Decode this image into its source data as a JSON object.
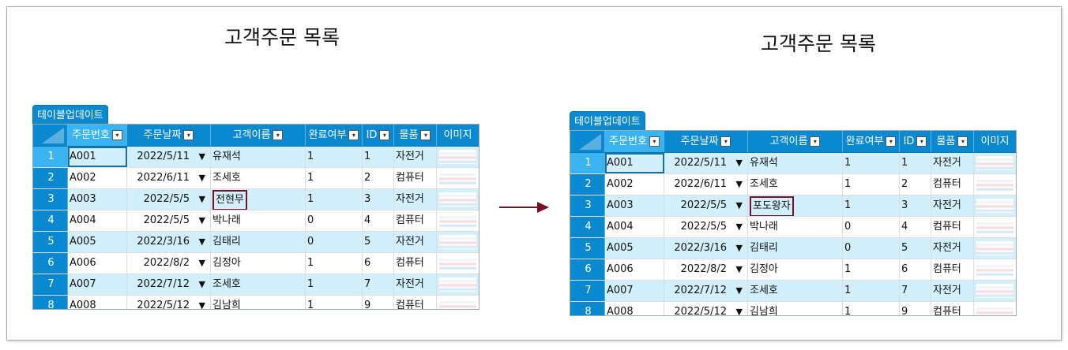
{
  "title": "고객주문 목록",
  "update_button": "테이블업데이트",
  "columns": [
    "주문번호",
    "주문날짜",
    "고객이름",
    "완료여부",
    "ID",
    "물품",
    "이미지"
  ],
  "dropdown_glyph": "▼",
  "before": {
    "rows": [
      {
        "n": "1",
        "order": "A001",
        "date": "2022/5/11",
        "name": "유재석",
        "done": "1",
        "id": "1",
        "item": "자전거"
      },
      {
        "n": "2",
        "order": "A002",
        "date": "2022/6/11",
        "name": "조세호",
        "done": "1",
        "id": "2",
        "item": "컴퓨터"
      },
      {
        "n": "3",
        "order": "A003",
        "date": "2022/5/5",
        "name": "전현무",
        "done": "1",
        "id": "3",
        "item": "자전거"
      },
      {
        "n": "4",
        "order": "A004",
        "date": "2022/5/5",
        "name": "박나래",
        "done": "0",
        "id": "4",
        "item": "컴퓨터"
      },
      {
        "n": "5",
        "order": "A005",
        "date": "2022/3/16",
        "name": "김태리",
        "done": "0",
        "id": "5",
        "item": "자전거"
      },
      {
        "n": "6",
        "order": "A006",
        "date": "2022/8/2",
        "name": "김정아",
        "done": "1",
        "id": "6",
        "item": "컴퓨터"
      },
      {
        "n": "7",
        "order": "A007",
        "date": "2022/7/12",
        "name": "조세호",
        "done": "1",
        "id": "7",
        "item": "자전거"
      },
      {
        "n": "8",
        "order": "A008",
        "date": "2022/5/12",
        "name": "김남희",
        "done": "1",
        "id": "9",
        "item": "컴퓨터"
      }
    ]
  },
  "after": {
    "rows": [
      {
        "n": "1",
        "order": "A001",
        "date": "2022/5/11",
        "name": "유재석",
        "done": "1",
        "id": "1",
        "item": "자전거"
      },
      {
        "n": "2",
        "order": "A002",
        "date": "2022/6/11",
        "name": "조세호",
        "done": "1",
        "id": "2",
        "item": "컴퓨터"
      },
      {
        "n": "3",
        "order": "A003",
        "date": "2022/5/5",
        "name": "포도왕자",
        "done": "1",
        "id": "3",
        "item": "자전거"
      },
      {
        "n": "4",
        "order": "A004",
        "date": "2022/5/5",
        "name": "박나래",
        "done": "0",
        "id": "4",
        "item": "컴퓨터"
      },
      {
        "n": "5",
        "order": "A005",
        "date": "2022/3/16",
        "name": "김태리",
        "done": "0",
        "id": "5",
        "item": "자전거"
      },
      {
        "n": "6",
        "order": "A006",
        "date": "2022/8/2",
        "name": "김정아",
        "done": "1",
        "id": "6",
        "item": "컴퓨터"
      },
      {
        "n": "7",
        "order": "A007",
        "date": "2022/7/12",
        "name": "조세호",
        "done": "1",
        "id": "7",
        "item": "자전거"
      },
      {
        "n": "8",
        "order": "A008",
        "date": "2022/5/12",
        "name": "김남희",
        "done": "1",
        "id": "9",
        "item": "컴퓨터"
      }
    ]
  },
  "highlight_row": "3"
}
